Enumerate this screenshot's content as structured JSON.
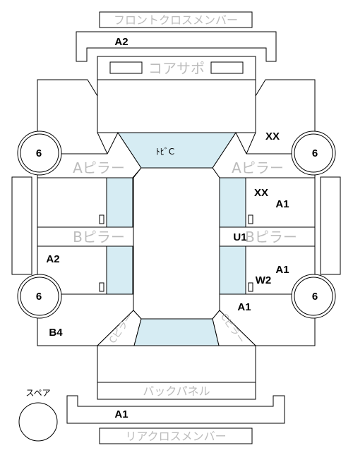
{
  "labels": {
    "front_cross_member": "フロントクロスメンバー",
    "core_support": "コアサポ",
    "rear_cross_member": "リアクロスメンバー",
    "back_panel": "バックパネル",
    "a_pillar_left": "Aピラー",
    "a_pillar_right": "Aピラー",
    "b_pillar_left": "Bピラー",
    "b_pillar_right": "Bピラー",
    "c_pillar_left": "Cピラー",
    "c_pillar_right": "Cピラー",
    "top_marker": "ﾄﾋﾞC",
    "spare": "スペア"
  },
  "wheels": {
    "front_left": "6",
    "front_right": "6",
    "rear_left": "6",
    "rear_right": "6"
  },
  "codes": {
    "front_member": "A2",
    "right_front_upper": "XX",
    "right_a_pillar_1": "XX",
    "right_a_pillar_2": "A1",
    "b_pillar_right": "U1",
    "left_rear_door": "A2",
    "right_rear_door_1": "A1",
    "right_rear_door_2": "W2",
    "right_quarter": "A1",
    "left_quarter": "B4",
    "rear_member": "A1"
  }
}
